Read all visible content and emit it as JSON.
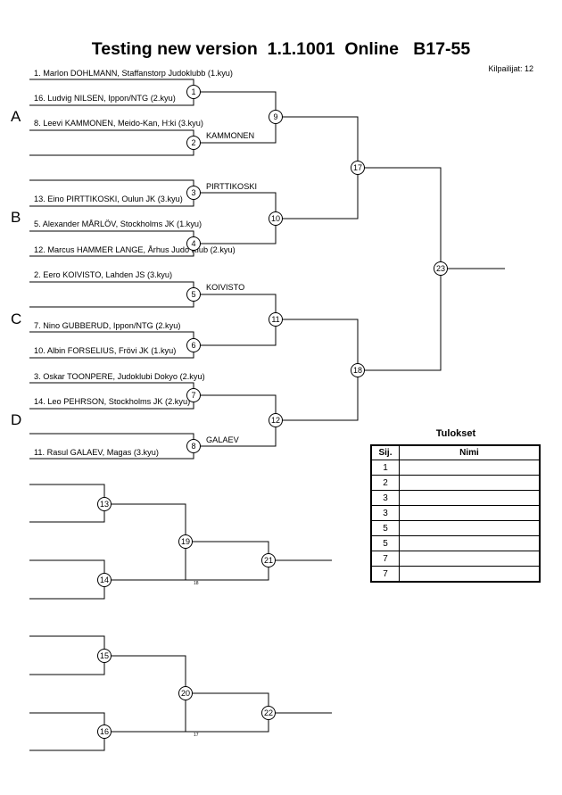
{
  "header": {
    "title": "Testing new version  1.1.1001  Online   B17-55",
    "count_label": "Kilpailijat: 12"
  },
  "pools": [
    "A",
    "B",
    "C",
    "D"
  ],
  "competitors": [
    "1. Marlon DOHLMANN, Staffanstorp Judoklubb (1.kyu)",
    "16. Ludvig NILSEN, Ippon/NTG (2.kyu)",
    "8. Leevi KAMMONEN, Meido-Kan, H:ki (3.kyu)",
    "13. Eino PIRTTIKOSKI, Oulun JK (3.kyu)",
    "5. Alexander MÅRLÖV, Stockholms JK (1.kyu)",
    "12. Marcus HAMMER LANGE, Århus Judo Klub (2.kyu)",
    "2. Eero KOIVISTO, Lahden JS (3.kyu)",
    "7. Nino GUBBERUD, Ippon/NTG (2.kyu)",
    "10. Albin FORSELIUS, Frövi JK (1.kyu)",
    "3. Oskar TOONPERE, Judoklubi Dokyo (2.kyu)",
    "14. Leo PEHRSON, Stockholms JK (2.kyu)",
    "11. Rasul GALAEV, Magas (3.kyu)"
  ],
  "winners": [
    "KAMMONEN",
    "PIRTTIKOSKI",
    "KOIVISTO",
    "GALAEV"
  ],
  "match_numbers": [
    "1",
    "2",
    "3",
    "4",
    "5",
    "6",
    "7",
    "8",
    "9",
    "10",
    "11",
    "12",
    "13",
    "14",
    "15",
    "16",
    "17",
    "18",
    "19",
    "20",
    "21",
    "22",
    "23"
  ],
  "small_notes": [
    "18",
    "17"
  ],
  "results": {
    "title": "Tulokset",
    "col_rank": "Sij.",
    "col_name": "Nimi",
    "ranks": [
      "1",
      "2",
      "3",
      "3",
      "5",
      "5",
      "7",
      "7"
    ]
  }
}
